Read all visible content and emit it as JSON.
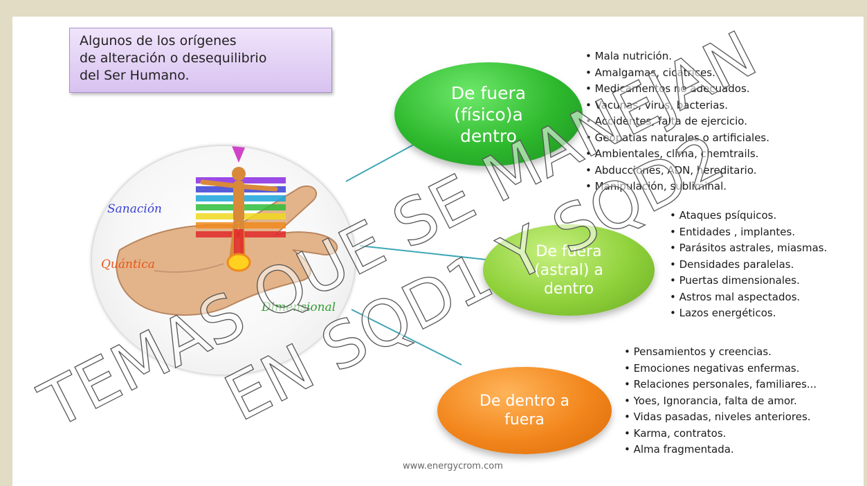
{
  "title_lines": [
    "Algunos de los orígenes",
    "de alteración o desequilibrio",
    "del Ser Humano."
  ],
  "nodes": {
    "fisico": [
      "De fuera",
      "(físico)a",
      "dentro"
    ],
    "astral": [
      "De fuera",
      "(astral) a",
      "dentro"
    ],
    "dentro": [
      "De dentro a",
      "fuera"
    ]
  },
  "lists": {
    "fisico": [
      "Mala nutrición.",
      "Amalgamas, cicatrices.",
      "Medicamentos no adecuados.",
      "Vacunas, virus, bacterias.",
      "Accidentes, falta de ejercicio.",
      "Geopatias naturales o artificiales.",
      "Ambientales, clima, chemtrails.",
      "Abducciones, ADN, hereditario.",
      "Manipulación, subliminal."
    ],
    "astral": [
      "Ataques psíquicos.",
      "Entidades , implantes.",
      "Parásitos astrales, miasmas.",
      "Densidades paralelas.",
      "Puertas dimensionales.",
      "Astros mal aspectados.",
      "Lazos energéticos."
    ],
    "dentro": [
      "Pensamientos y creencias.",
      "Emociones negativas enfermas.",
      "Relaciones personales, familiares...",
      "Yoes, Ignorancia, falta de amor.",
      "Vidas pasadas, niveles anteriores.",
      "Karma, contratos.",
      "Alma fragmentada."
    ]
  },
  "image_labels": {
    "sanacion": "Sanación",
    "quantica": "Quántica",
    "dimensional": "Dimensional"
  },
  "footer": "www.energycrom.com",
  "watermark": {
    "line1": "TEMAS QUE SE MANEJAN",
    "line2": "EN SQD1 Y SQD2"
  },
  "colors": {
    "node_fisico": "#2db82d",
    "node_astral": "#8fd13b",
    "node_dentro": "#f2861c",
    "connector": "#3fa7b5",
    "title_box": "#d8c2f0"
  }
}
